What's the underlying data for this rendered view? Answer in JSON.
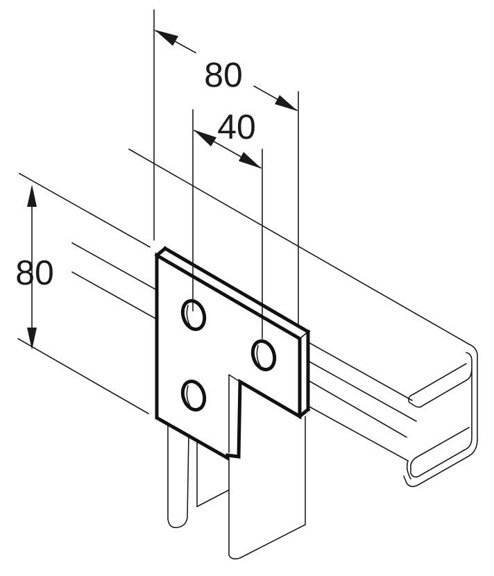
{
  "diagram": {
    "dimensions": {
      "top_width": "80",
      "hole_spacing": "40",
      "height": "80"
    },
    "colors": {
      "line": "#1a1a1a",
      "background": "#ffffff"
    }
  }
}
